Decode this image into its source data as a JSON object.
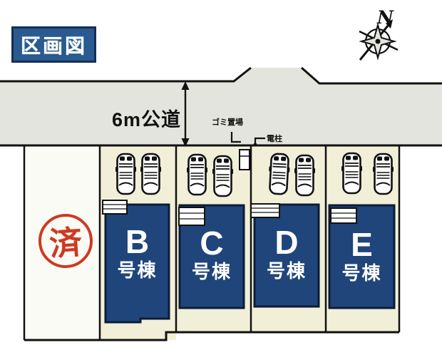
{
  "title": "区画図",
  "compass": {
    "label": "N",
    "icon": "compass-rose-icon"
  },
  "road": {
    "dimension_label": "6m公道",
    "width_meters": 6,
    "arrow": "vertical-double-arrow"
  },
  "annotations": {
    "garbage": "ゴミ置場",
    "utility_pole": "電柱"
  },
  "stamp": {
    "label": "済",
    "meaning_color": "#cd3a22"
  },
  "buildings": [
    {
      "letter": "B",
      "suffix": "号棟",
      "cars_parked": 2
    },
    {
      "letter": "C",
      "suffix": "号棟",
      "cars_parked": 2
    },
    {
      "letter": "D",
      "suffix": "号棟",
      "cars_parked": 2
    },
    {
      "letter": "E",
      "suffix": "号棟",
      "cars_parked": 2
    }
  ],
  "icons": {
    "car": "car-top-view-icon",
    "compass": "compass-rose-icon"
  },
  "colors": {
    "house_fill": "#20457a",
    "house_border": "#0a1c38",
    "title_box_fill": "#2a5a8f",
    "title_box_border": "#152e57",
    "stamp_red": "#cd3a22",
    "road_gray": "#e4e4de",
    "parcel_beige": "#f2efd9",
    "parcel_white": "#fbfbf5",
    "line_black": "#111111"
  }
}
